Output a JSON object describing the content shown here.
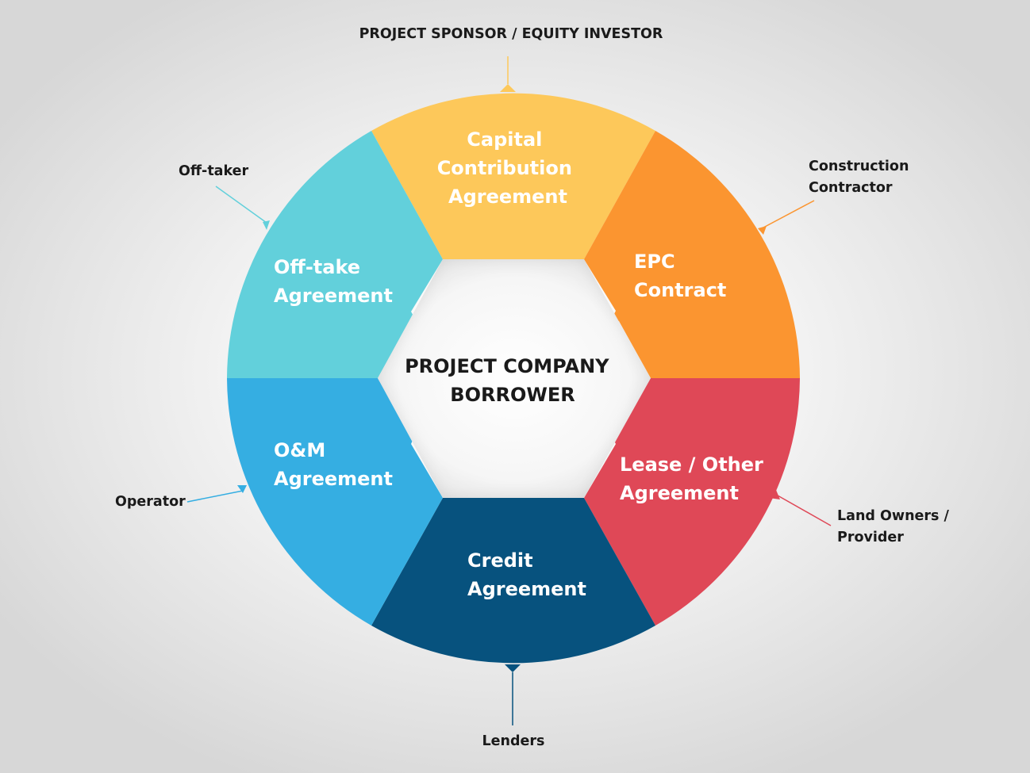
{
  "center": {
    "line1": "PROJECT COMPANY",
    "line2": "BORROWER"
  },
  "segments": [
    {
      "id": "capital",
      "lines": [
        "Capital",
        "Contribution",
        "Agreement"
      ],
      "color": "#FDC85A",
      "party": [
        "PROJECT SPONSOR / EQUITY INVESTOR"
      ]
    },
    {
      "id": "epc",
      "lines": [
        "EPC",
        "Contract"
      ],
      "color": "#FB9530",
      "party": [
        "Construction",
        "Contractor"
      ]
    },
    {
      "id": "lease",
      "lines": [
        "Lease / Other",
        "Agreement"
      ],
      "color": "#DF4857",
      "party": [
        "Land Owners /",
        "Provider"
      ]
    },
    {
      "id": "credit",
      "lines": [
        "Credit",
        "Agreement"
      ],
      "color": "#07527E",
      "party": [
        "Lenders"
      ]
    },
    {
      "id": "om",
      "lines": [
        "O&M",
        "Agreement"
      ],
      "color": "#35AEE2",
      "party": [
        "Operator"
      ]
    },
    {
      "id": "offtake",
      "lines": [
        "Off-take",
        "Agreement"
      ],
      "color": "#62D0DB",
      "party": [
        "Off-taker"
      ]
    }
  ]
}
